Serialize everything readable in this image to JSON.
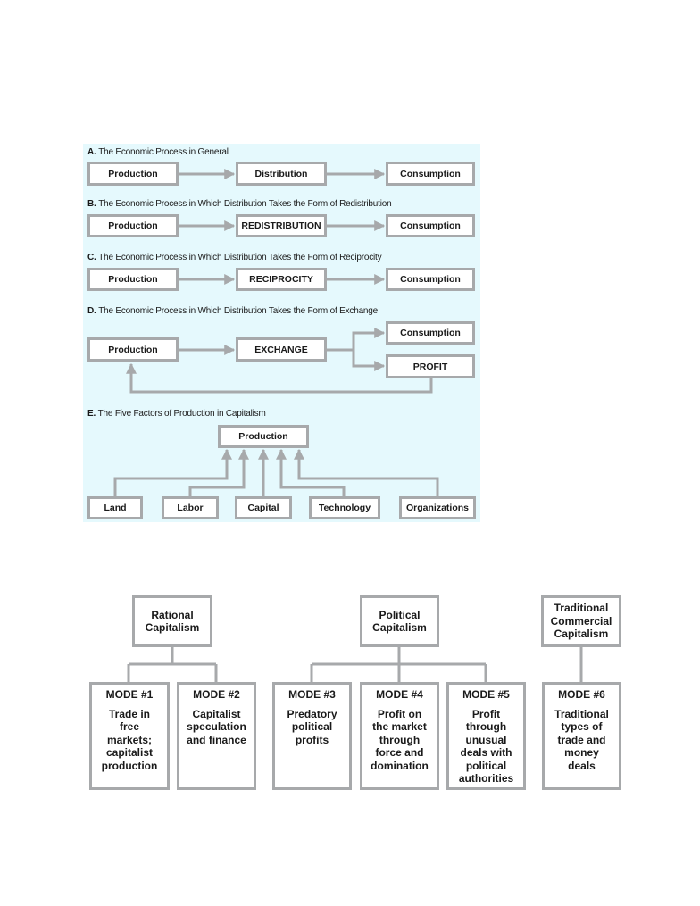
{
  "economic_process_figure": {
    "sections": [
      {
        "letter": "A.",
        "title": "The Economic Process in General",
        "boxes": [
          "Production",
          "Distribution",
          "Consumption"
        ]
      },
      {
        "letter": "B.",
        "title": "The Economic Process in Which Distribution Takes the Form of Redistribution",
        "boxes": [
          "Production",
          "REDISTRIBUTION",
          "Consumption"
        ]
      },
      {
        "letter": "C.",
        "title": "The Economic Process in Which Distribution Takes the Form of Reciprocity",
        "boxes": [
          "Production",
          "RECIPROCITY",
          "Consumption"
        ]
      },
      {
        "letter": "D.",
        "title": "The Economic Process in Which Distribution Takes the Form of Exchange",
        "boxes": [
          "Production",
          "EXCHANGE",
          "Consumption",
          "PROFIT"
        ]
      },
      {
        "letter": "E.",
        "title": "The Five Factors of Production in Capitalism",
        "top_box": "Production",
        "factors": [
          "Land",
          "Labor",
          "Capital",
          "Technology",
          "Organizations"
        ]
      }
    ]
  },
  "capitalism_modes_figure": {
    "types": [
      {
        "name": "Rational\nCapitalism"
      },
      {
        "name": "Political\nCapitalism"
      },
      {
        "name": "Traditional\nCommercial\nCapitalism"
      }
    ],
    "modes": [
      {
        "id": "MODE #1",
        "desc": "Trade in\nfree\nmarkets;\ncapitalist\nproduction"
      },
      {
        "id": "MODE #2",
        "desc": "Capitalist\nspeculation\nand finance"
      },
      {
        "id": "MODE #3",
        "desc": "Predatory\npolitical\nprofits"
      },
      {
        "id": "MODE #4",
        "desc": "Profit on\nthe market\nthrough\nforce and\ndomination"
      },
      {
        "id": "MODE #5",
        "desc": "Profit\nthrough\nunusual\ndeals with\npolitical\nauthorities"
      },
      {
        "id": "MODE #6",
        "desc": "Traditional\ntypes of\ntrade and\nmoney\ndeals"
      }
    ]
  },
  "colors": {
    "panel_background": "#e5f9fd",
    "line_gray": "#a7a9ab",
    "text": "#1a1a1a"
  }
}
